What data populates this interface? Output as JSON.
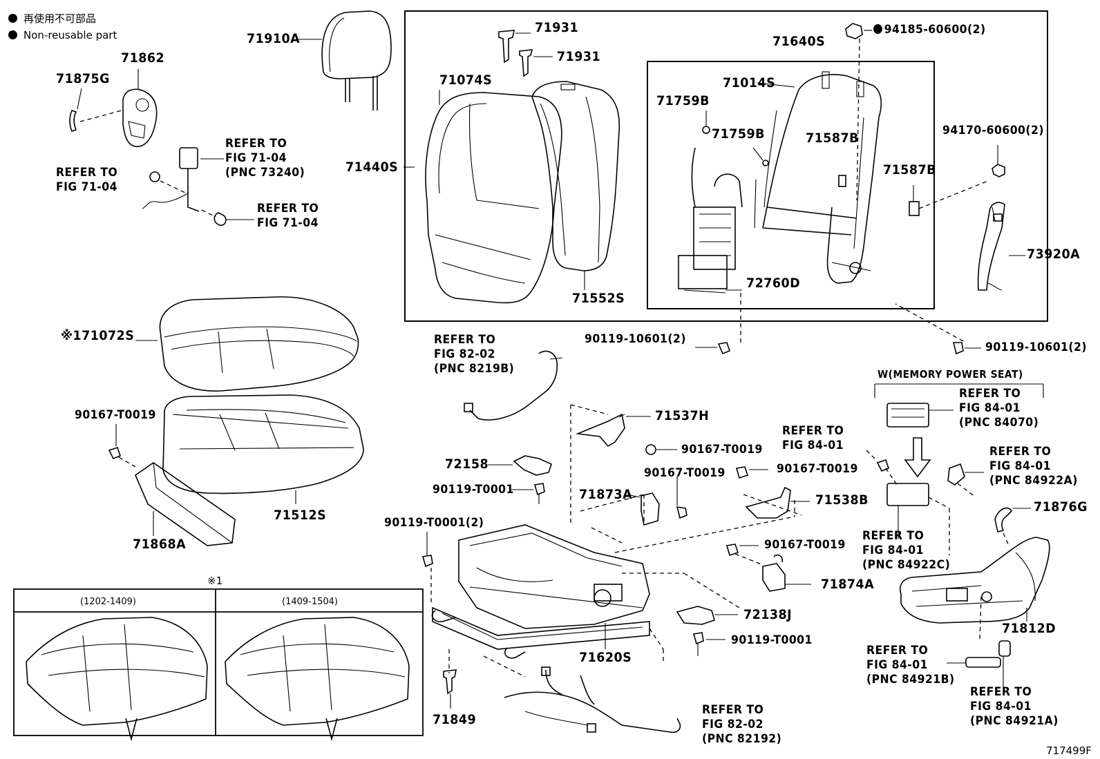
{
  "legend": {
    "reuse_jp": "再使用不可部品",
    "reuse_en": "Non-reusable part"
  },
  "labels": {
    "p71910A": "71910A",
    "p71862": "71862",
    "p71875G": "71875G",
    "refer_fig7104_pnc73240": "REFER TO\nFIG 71-04\n(PNC 73240)",
    "refer_fig7104_a": "REFER TO\nFIG 71-04",
    "refer_fig7104_b": "REFER TO\nFIG 71-04",
    "p71931a": "71931",
    "p71931b": "71931",
    "p71074S": "71074S",
    "p71440S": "71440S",
    "p71552S": "71552S",
    "p71640S": "71640S",
    "p94185": "94185-60600(2)",
    "p71014S": "71014S",
    "p71759Ba": "71759B",
    "p71759Bb": "71759B",
    "p71587Ba": "71587B",
    "p71587Bb": "71587B",
    "p94170": "94170-60600(2)",
    "p73920A": "73920A",
    "p72760D": "72760D",
    "p90119_10601a": "90119-10601(2)",
    "p90119_10601b": "90119-10601(2)",
    "p71072S": "※171072S",
    "p90167_T0019a": "90167-T0019",
    "p71512S": "71512S",
    "p71868A": "71868A",
    "refer_fig8202_pnc8219B": "REFER TO\nFIG 82-02\n(PNC 8219B)",
    "p71537H": "71537H",
    "p90167_T0019b": "90167-T0019",
    "p72158": "72158",
    "p90119_T0001a": "90119-T0001",
    "p90167_T0019c": "90167-T0019",
    "p71873A": "71873A",
    "p90167_T0019d": "90167-T0019",
    "p71538B": "71538B",
    "refer_fig8401_a": "REFER TO\nFIG 84-01",
    "p90119_T0001_2": "90119-T0001(2)",
    "p90167_T0019e": "90167-T0019",
    "p71874A": "71874A",
    "p72138J": "72138J",
    "p90119_T0001b": "90119-T0001",
    "p71620S": "71620S",
    "p71849": "71849",
    "refer_fig8202_pnc82192": "REFER TO\nFIG 82-02\n(PNC 82192)",
    "memory_seat": "W(MEMORY POWER SEAT)",
    "refer_fig8401_pnc84070": "REFER TO\nFIG 84-01\n(PNC 84070)",
    "refer_fig8401_pnc84922A": "REFER TO\nFIG 84-01\n(PNC 84922A)",
    "p71876G": "71876G",
    "refer_fig8401_pnc84922C": "REFER TO\nFIG 84-01\n(PNC 84922C)",
    "p71812D": "71812D",
    "refer_fig8401_pnc84921B": "REFER TO\nFIG 84-01\n(PNC 84921B)",
    "refer_fig8401_pnc84921A": "REFER TO\nFIG 84-01\n(PNC 84921A)",
    "footnote_mark": "※1",
    "variant_a": "(1202-1409)",
    "variant_b": "(1409-1504)",
    "figure_id": "717499F"
  }
}
